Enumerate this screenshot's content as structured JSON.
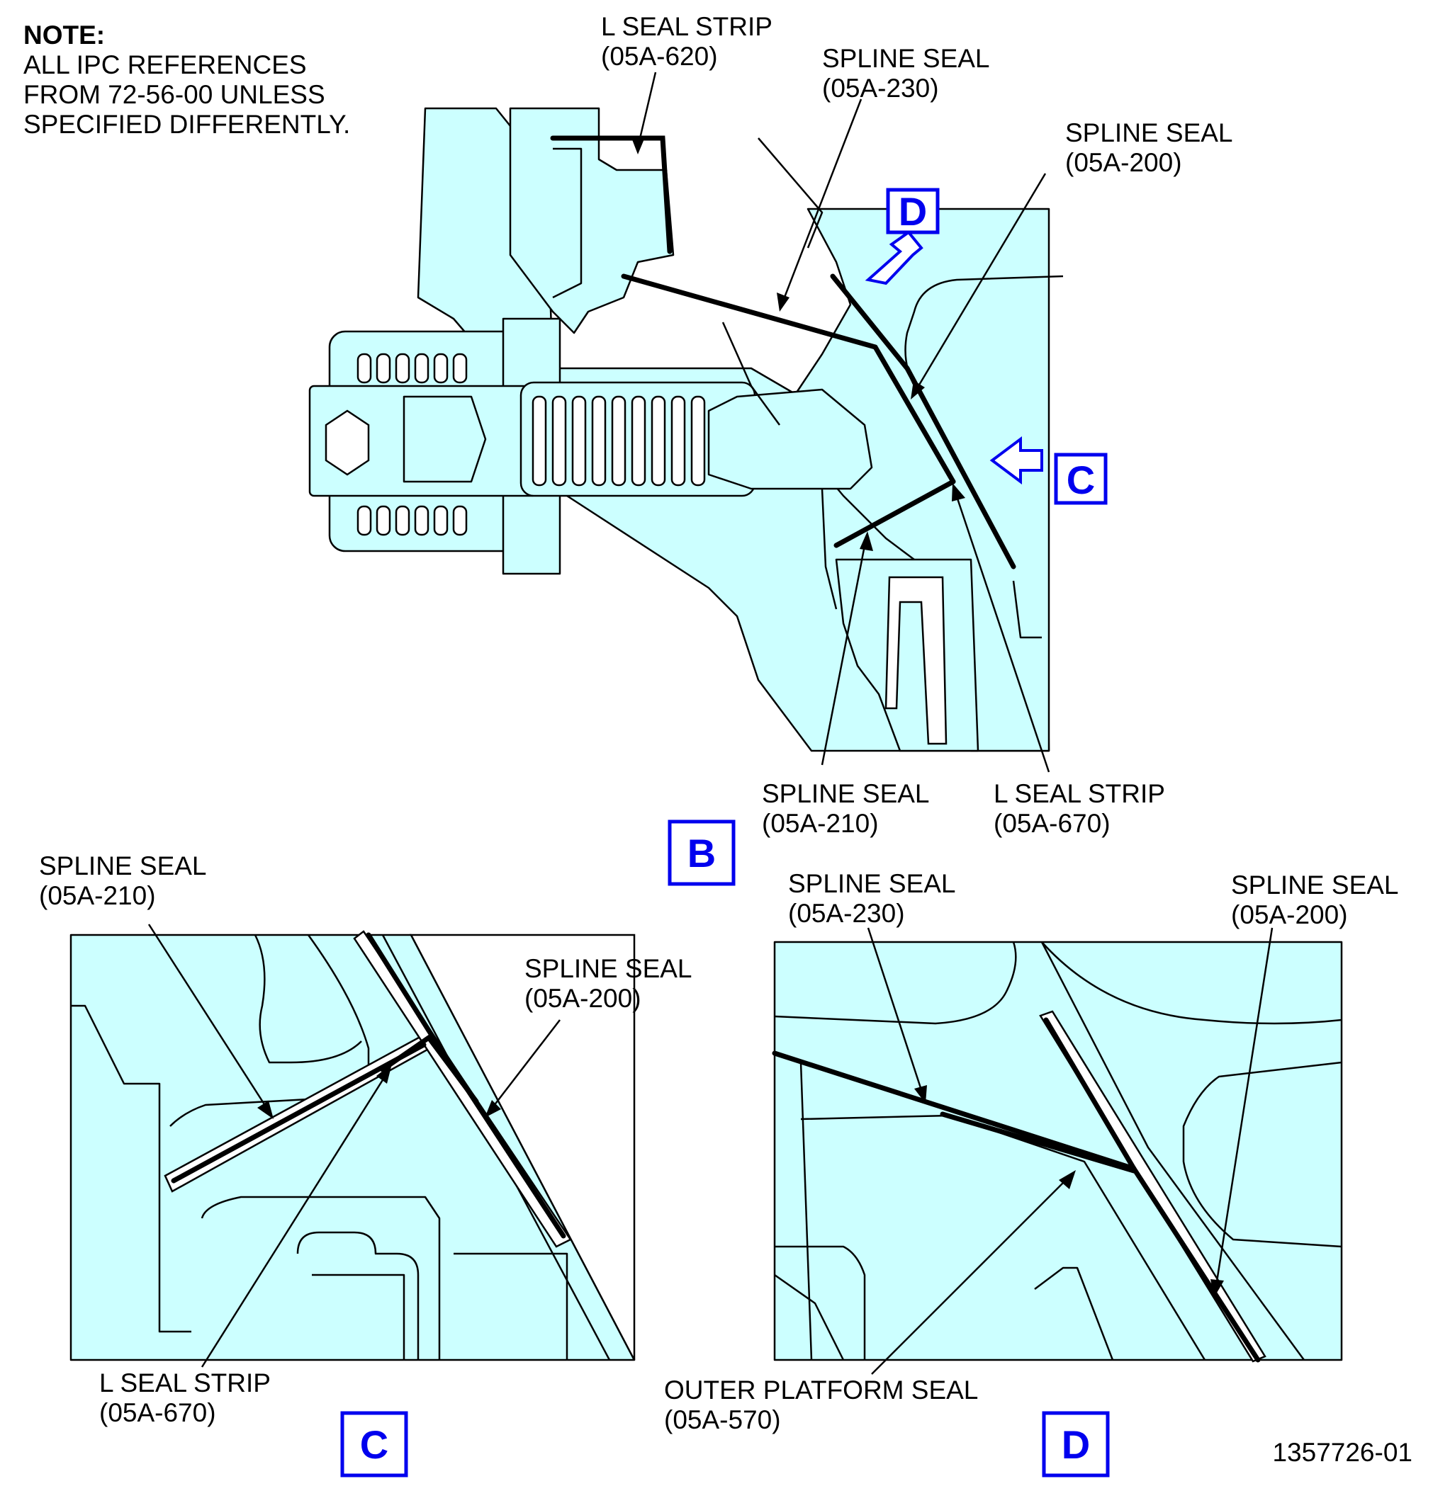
{
  "note": {
    "title": "NOTE:",
    "lines": [
      "ALL IPC REFERENCES",
      "FROM 72-56-00 UNLESS",
      "SPECIFIED DIFFERENTLY."
    ]
  },
  "view_b": {
    "callout": "B",
    "labels": {
      "l_seal_620": [
        "L SEAL STRIP",
        "(05A-620)"
      ],
      "spline_230": [
        "SPLINE SEAL",
        "(05A-230)"
      ],
      "spline_200": [
        "SPLINE SEAL",
        "(05A-200)"
      ],
      "spline_210": [
        "SPLINE SEAL",
        "(05A-210)"
      ],
      "l_seal_670": [
        "L SEAL STRIP",
        "(05A-670)"
      ]
    },
    "view_markers": {
      "c": "C",
      "d": "D"
    }
  },
  "view_c": {
    "callout": "C",
    "labels": {
      "spline_210": [
        "SPLINE SEAL",
        "(05A-210)"
      ],
      "spline_200": [
        "SPLINE SEAL",
        "(05A-200)"
      ],
      "l_seal_670": [
        "L SEAL STRIP",
        "(05A-670)"
      ]
    }
  },
  "view_d": {
    "callout": "D",
    "labels": {
      "spline_230": [
        "SPLINE SEAL",
        "(05A-230)"
      ],
      "spline_200": [
        "SPLINE SEAL",
        "(05A-200)"
      ],
      "outer_platform_570": [
        "OUTER PLATFORM SEAL",
        "(05A-570)"
      ]
    }
  },
  "figure_number": "1357726-01",
  "colors": {
    "part_fill": "#ccffff",
    "callout_blue": "#0000ee",
    "line": "#000000"
  }
}
